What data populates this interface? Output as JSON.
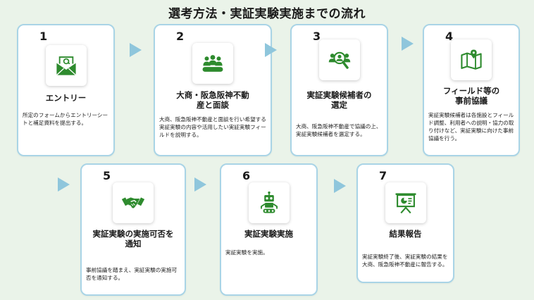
{
  "title": "選考方法・実証実験実施までの流れ",
  "steps": [
    {
      "number": "1",
      "icon": "envelope-at-icon",
      "title": "エントリー",
      "desc": "所定のフォームからエントリーシートと補足資料を提出する。"
    },
    {
      "number": "2",
      "icon": "group-meeting-icon",
      "title": "大商・阪急阪神不動産と面談",
      "desc": "大商、阪急阪神不動産と面談を行い希望する実証実験の内容や活用したい実証実験フィールドを説明する。"
    },
    {
      "number": "3",
      "icon": "candidate-search-icon",
      "title": "実証実験候補者の選定",
      "desc": "大商、阪急阪神不動産で協議の上、実証実験候補者を選定する。"
    },
    {
      "number": "4",
      "icon": "map-pin-icon",
      "title": "フィールド等の事前協議",
      "desc": "実証実験候補者は各施設とフィールド調整、利用者への説明・協力の取り付けなど、実証実験に向けた事前協議を行う。"
    },
    {
      "number": "5",
      "icon": "handshake-icon",
      "title": "実証実験の実施可否を通知",
      "desc": "事前協議を踏まえ、実証実験の実施可否を通知する。"
    },
    {
      "number": "6",
      "icon": "robot-icon",
      "title": "実証実験実施",
      "desc": "実証実験を実施。"
    },
    {
      "number": "7",
      "icon": "presentation-board-icon",
      "title": "結果報告",
      "desc": "実証実験終了後、実証実験の結果を大商、阪急阪神不動産に報告する。"
    }
  ],
  "colors": {
    "icon_green": "#2e8b2e",
    "card_border": "#a9d4e6",
    "arrow": "#8fc6dc",
    "background": "#eaf3e9"
  }
}
